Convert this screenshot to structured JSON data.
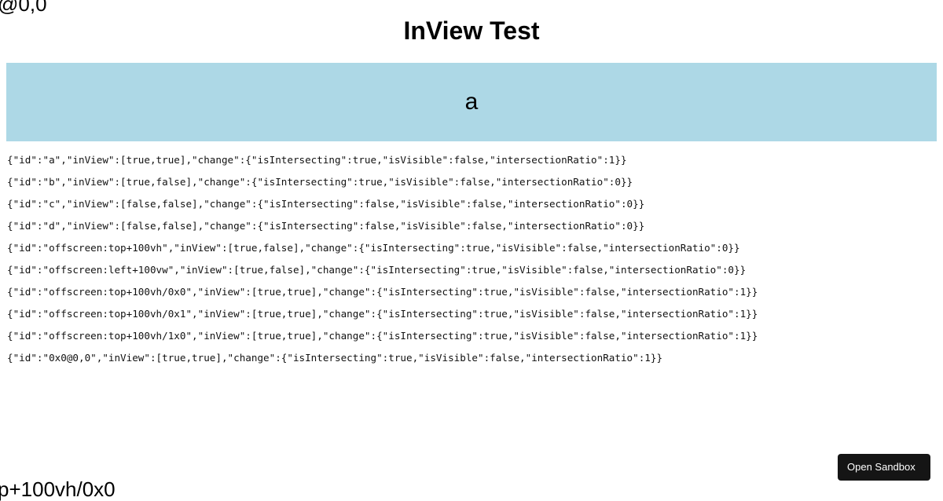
{
  "corner_label": "@0,0",
  "page_title": "InView Test",
  "box_label": "a",
  "log_lines": [
    "{\"id\":\"a\",\"inView\":[true,true],\"change\":{\"isIntersecting\":true,\"isVisible\":false,\"intersectionRatio\":1}}",
    "{\"id\":\"b\",\"inView\":[true,false],\"change\":{\"isIntersecting\":true,\"isVisible\":false,\"intersectionRatio\":0}}",
    "{\"id\":\"c\",\"inView\":[false,false],\"change\":{\"isIntersecting\":false,\"isVisible\":false,\"intersectionRatio\":0}}",
    "{\"id\":\"d\",\"inView\":[false,false],\"change\":{\"isIntersecting\":false,\"isVisible\":false,\"intersectionRatio\":0}}",
    "{\"id\":\"offscreen:top+100vh\",\"inView\":[true,false],\"change\":{\"isIntersecting\":true,\"isVisible\":false,\"intersectionRatio\":0}}",
    "{\"id\":\"offscreen:left+100vw\",\"inView\":[true,false],\"change\":{\"isIntersecting\":true,\"isVisible\":false,\"intersectionRatio\":0}}",
    "{\"id\":\"offscreen:top+100vh/0x0\",\"inView\":[true,true],\"change\":{\"isIntersecting\":true,\"isVisible\":false,\"intersectionRatio\":1}}",
    "{\"id\":\"offscreen:top+100vh/0x1\",\"inView\":[true,true],\"change\":{\"isIntersecting\":true,\"isVisible\":false,\"intersectionRatio\":1}}",
    "{\"id\":\"offscreen:top+100vh/1x0\",\"inView\":[true,true],\"change\":{\"isIntersecting\":true,\"isVisible\":false,\"intersectionRatio\":1}}",
    "{\"id\":\"0x0@0,0\",\"inView\":[true,true],\"change\":{\"isIntersecting\":true,\"isVisible\":false,\"intersectionRatio\":1}}"
  ],
  "bottom_label": "p+100vh/0x0",
  "sandbox_button": "Open Sandbox",
  "colors": {
    "box_background": "#add8e6",
    "button_background": "#151515"
  }
}
